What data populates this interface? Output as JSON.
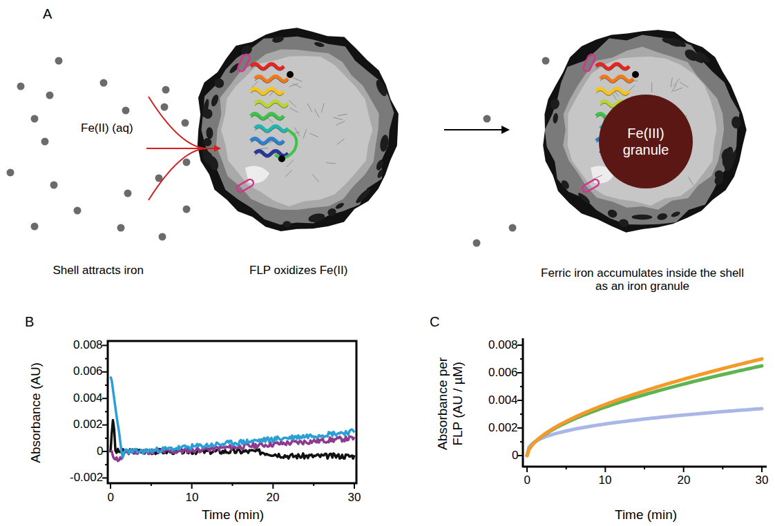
{
  "diagram": {
    "nodes": [
      {
        "text": [
          "Fe(III) granule"
        ]
      }
    ],
    "labels": [
      "A",
      "Fe(II) (aq)",
      "Shell attracts iron",
      "FLP oxidizes Fe(II)",
      "Ferric iron accumulates inside the shell as an iron granule",
      "B",
      "0.008",
      "0.006",
      "0.004",
      "0.002",
      "0",
      "-0.002",
      "0",
      "10",
      "20",
      "30",
      "Time (min)",
      "Absorbance (AU)",
      "C",
      "0.008",
      "0.006",
      "0.004",
      "0.002",
      "0",
      "0",
      "10",
      "20",
      "30",
      "Time (min)",
      "Absorbance per FLP (AU / µM)"
    ]
  }
}
